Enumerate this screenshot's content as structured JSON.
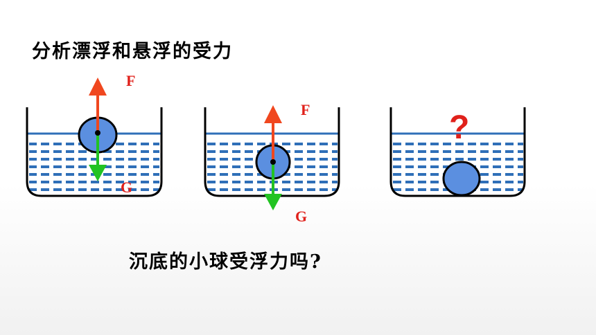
{
  "title": "分析漂浮和悬浮的受力",
  "question": "沉底的小球受浮力吗?",
  "panels": [
    {
      "state": "floating",
      "buoyancy_label": "F",
      "gravity_label": "G"
    },
    {
      "state": "suspended",
      "buoyancy_label": "F",
      "gravity_label": "G"
    },
    {
      "state": "sunk",
      "unknown_mark": "?"
    }
  ],
  "colors": {
    "water": "#2f6fb8",
    "ball": "#5b8fe0",
    "buoyancy_arrow": "#f0471f",
    "gravity_arrow": "#22c322",
    "label": "#e0211b"
  }
}
